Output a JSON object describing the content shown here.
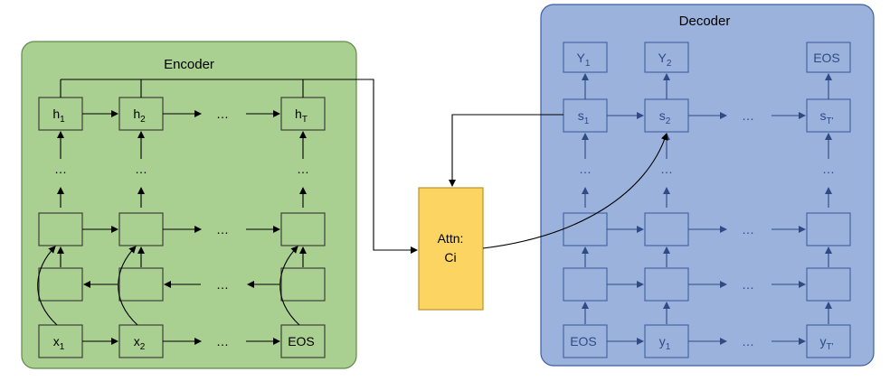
{
  "encoder": {
    "title": "Encoder",
    "hidden": [
      {
        "base": "h",
        "sub": "1"
      },
      {
        "base": "h",
        "sub": "2"
      },
      {
        "base": "h",
        "sub": "T"
      }
    ],
    "inputs": [
      {
        "base": "x",
        "sub": "1"
      },
      {
        "base": "x",
        "sub": "2"
      },
      {
        "base": "EOS",
        "sub": ""
      }
    ],
    "ellipsis": "…"
  },
  "attention": {
    "line1": "Attn:",
    "line2": "Ci"
  },
  "decoder": {
    "title": "Decoder",
    "outputs": [
      {
        "base": "Y",
        "sub": "1"
      },
      {
        "base": "Y",
        "sub": "2"
      },
      {
        "base": "EOS",
        "sub": ""
      }
    ],
    "states": [
      {
        "base": "s",
        "sub": "1"
      },
      {
        "base": "s",
        "sub": "2"
      },
      {
        "base": "s",
        "sub": "T'"
      }
    ],
    "inputs": [
      {
        "base": "EOS",
        "sub": ""
      },
      {
        "base": "y",
        "sub": "1"
      },
      {
        "base": "y",
        "sub": "T'"
      }
    ],
    "ellipsis": "…"
  },
  "colors": {
    "encoder_fill": "#a9cf91",
    "encoder_stroke": "#5f8a4a",
    "decoder_fill": "#9ab2dc",
    "decoder_stroke": "#3f5f9f",
    "decoder_text": "#2f4a85",
    "attn_fill": "#fcd462",
    "attn_stroke": "#b9922e"
  }
}
